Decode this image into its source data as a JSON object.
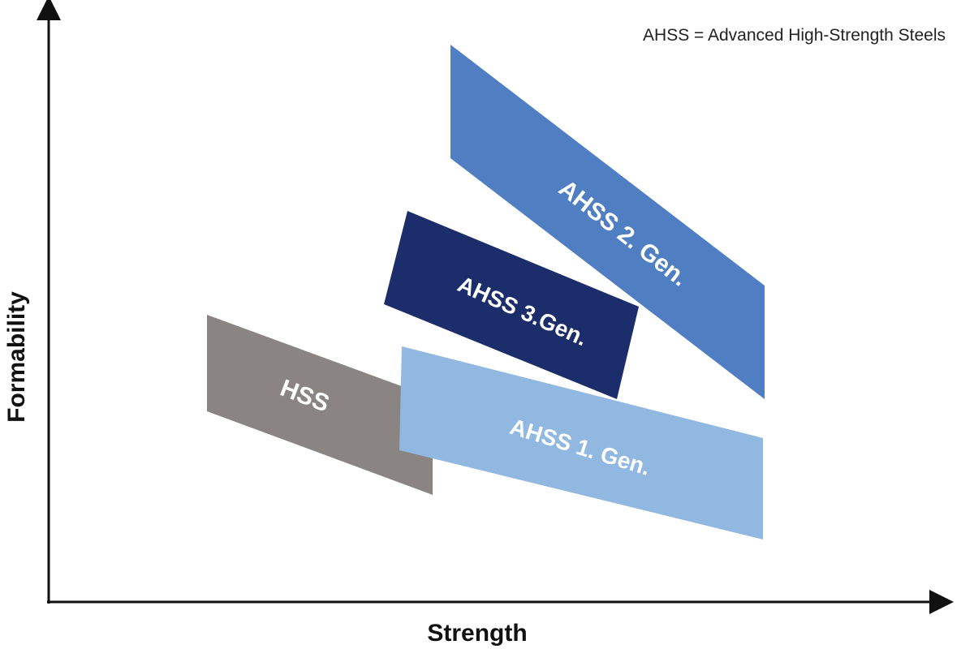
{
  "note": "AHSS = Advanced High-Strength Steels",
  "axes": {
    "x_label": "Strength",
    "y_label": "Formability"
  },
  "regions": [
    {
      "id": "hss",
      "label": "HSS",
      "color": "#8a8583"
    },
    {
      "id": "ahss1",
      "label": "AHSS 1. Gen.",
      "color": "#90b8e0"
    },
    {
      "id": "ahss3",
      "label": "AHSS 3.Gen.",
      "color": "#1b2d6b"
    },
    {
      "id": "ahss2",
      "label": "AHSS 2. Gen.",
      "color": "#4f7fc2"
    }
  ]
}
